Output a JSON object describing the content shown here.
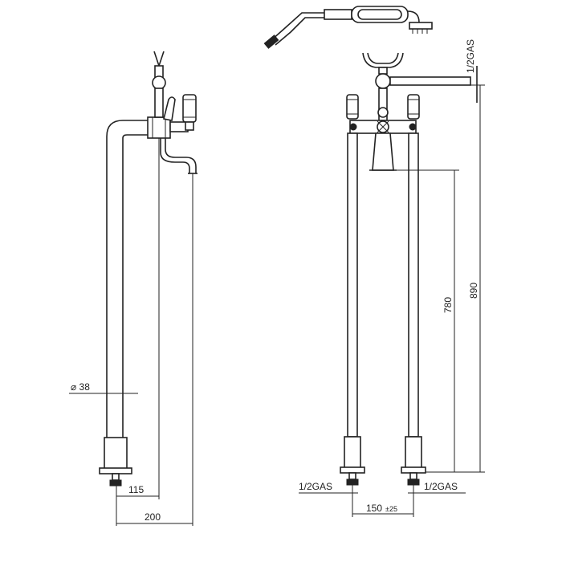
{
  "labels": {
    "diameter": "⌀ 38",
    "dim_115": "115",
    "dim_200": "200",
    "dim_150": "150",
    "dim_150_tol": "±25",
    "dim_780": "780",
    "dim_890": "890",
    "gas_wall": "1/2GAS",
    "gas_left": "1/2GAS",
    "gas_right": "1/2GAS"
  }
}
